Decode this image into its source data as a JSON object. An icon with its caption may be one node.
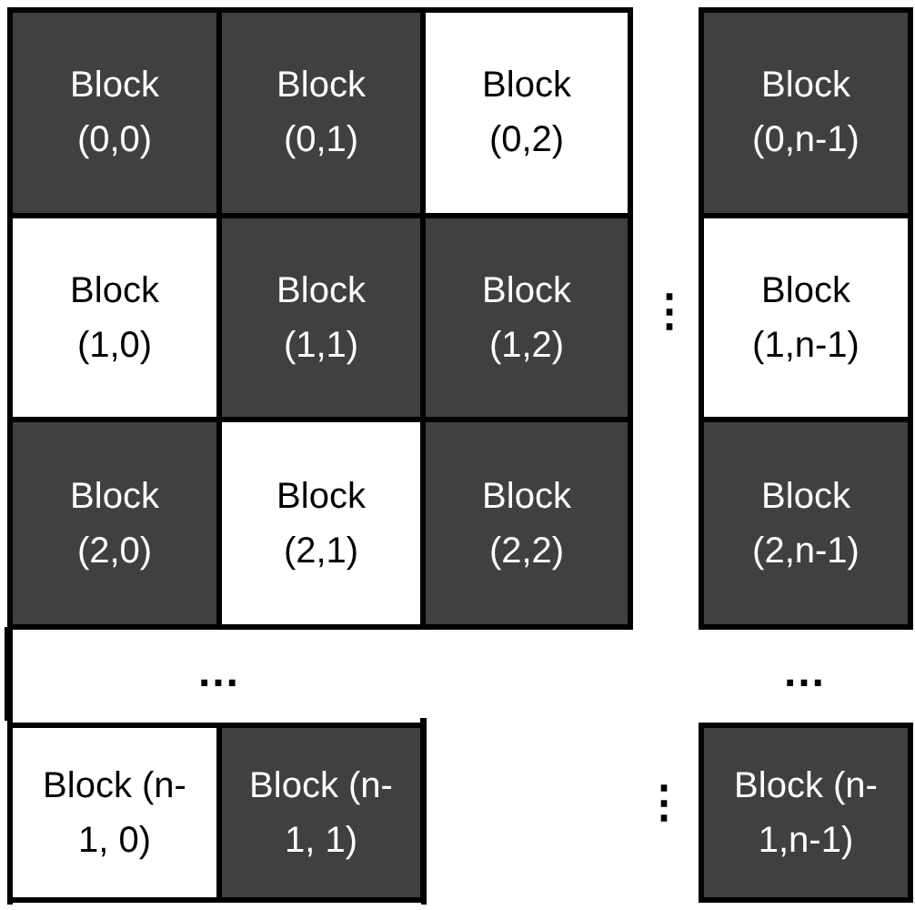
{
  "diagram": {
    "nodes": [
      {
        "text": [
          "Block (0,0)"
        ]
      },
      {
        "text": [
          "Block (0,1)"
        ]
      },
      {
        "text": [
          "Block (0,2)"
        ]
      },
      {
        "text": [
          "Block (0,n-1)"
        ]
      },
      {
        "text": [
          "Block (1,0)"
        ]
      },
      {
        "text": [
          "Block (1,1)"
        ]
      },
      {
        "text": [
          "Block (1,2)"
        ]
      },
      {
        "text": [
          "Block (1,n-1)"
        ]
      },
      {
        "text": [
          "Block (2,0)"
        ]
      },
      {
        "text": [
          "Block (2,1)"
        ]
      },
      {
        "text": [
          "Block (2,2)"
        ]
      },
      {
        "text": [
          "Block (2,n-1)"
        ]
      },
      {
        "text": [
          "Block (n-1, 0)"
        ]
      },
      {
        "text": [
          "Block (n-1, 1)"
        ]
      },
      {
        "text": [
          "Block (n-1,n-1)"
        ]
      }
    ],
    "labels": [
      "⋮",
      "…",
      "…",
      "⋮"
    ]
  }
}
